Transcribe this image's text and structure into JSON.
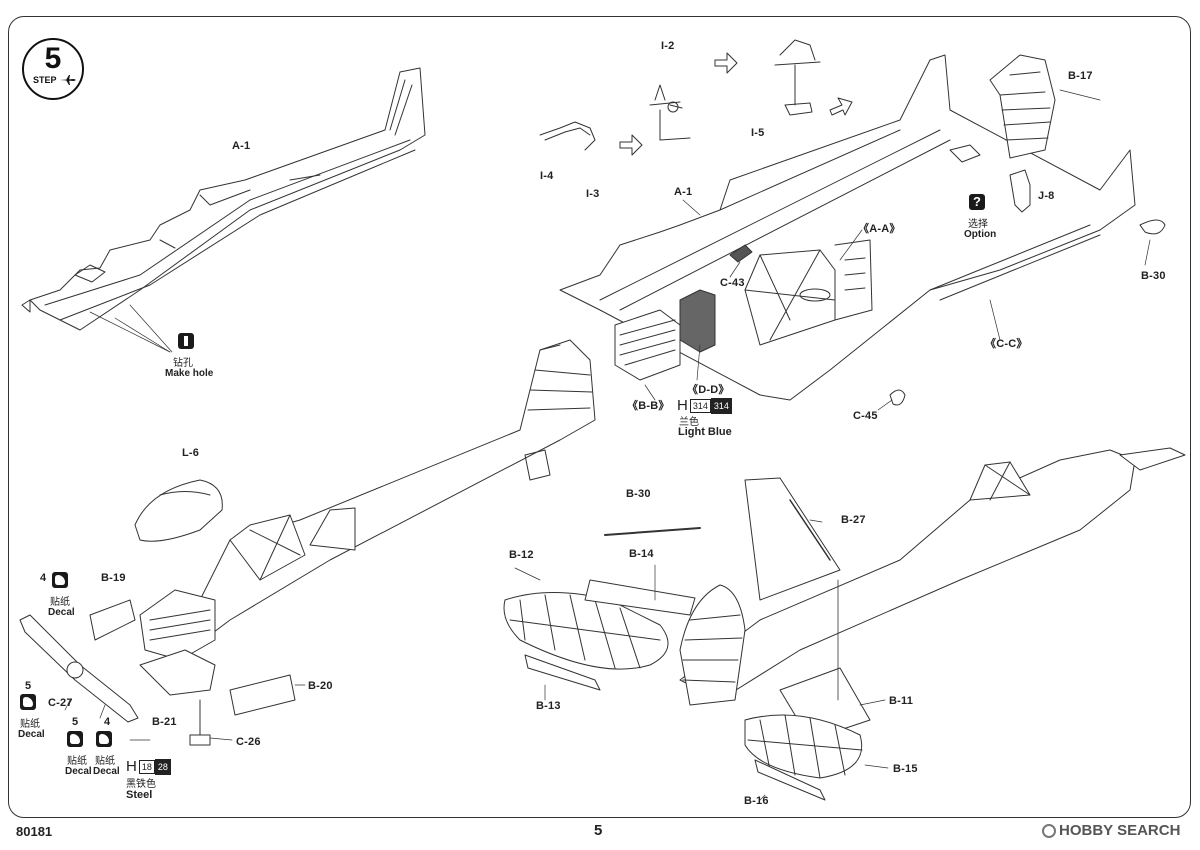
{
  "step": {
    "number": "5",
    "word": "STEP"
  },
  "footer": {
    "code": "80181",
    "page": "5",
    "watermark": "HOBBY SEARCH"
  },
  "parts": {
    "A1_left": "A-1",
    "A1_right": "A-1",
    "I2": "I-2",
    "I3": "I-3",
    "I4": "I-4",
    "I5": "I-5",
    "B17": "B-17",
    "J8": "J-8",
    "B30_top": "B-30",
    "AA": "《A-A》",
    "CC": "《C-C》",
    "BB": "《B-B》",
    "DD": "《D-D》",
    "C43": "C-43",
    "C45": "C-45",
    "L6": "L-6",
    "B19": "B-19",
    "B20": "B-20",
    "B21": "B-21",
    "C26": "C-26",
    "C27": "C-27",
    "B30_bottom": "B-30",
    "B27": "B-27",
    "B12": "B-12",
    "B14": "B-14",
    "B13": "B-13",
    "B11": "B-11",
    "B15": "B-15",
    "B16": "B-16"
  },
  "notes": {
    "make_hole_cn": "钻孔",
    "make_hole_en": "Make hole",
    "option_cn": "选择",
    "option_en": "Option",
    "decal_cn": "贴纸",
    "decal_en": "Decal",
    "decal_num_a": "4",
    "decal_num_b": "5",
    "light_blue_cn": "兰色",
    "light_blue_en": "Light Blue",
    "light_blue_h": "H",
    "light_blue_code1": "314",
    "light_blue_code2": "314",
    "steel_cn": "黑铁色",
    "steel_en": "Steel",
    "steel_h": "H",
    "steel_code1": "18",
    "steel_code2": "28"
  },
  "icons": {
    "step_badge": "airplane-icon",
    "drill": "drill-icon",
    "option": "question-icon",
    "decal": "decal-icon"
  }
}
